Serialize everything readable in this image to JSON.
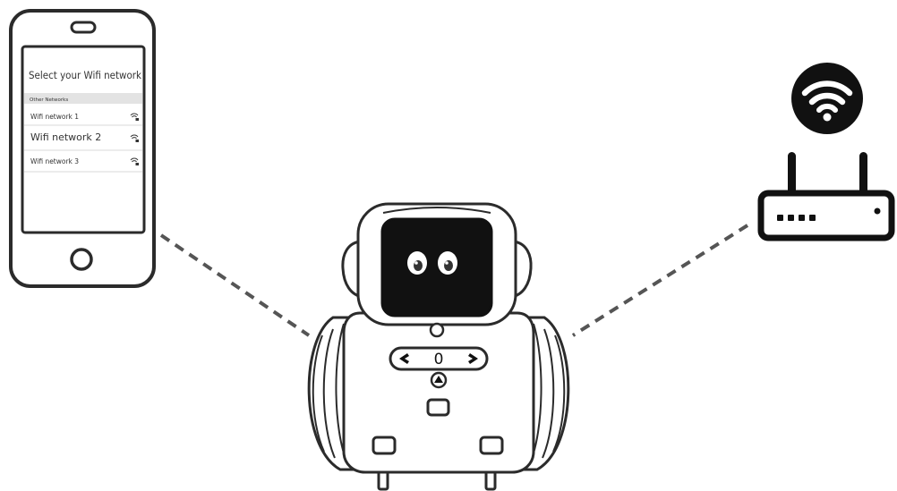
{
  "phone": {
    "screen_title": "Select your Wifi network",
    "section_header": "Other Networks",
    "networks": [
      {
        "name": "Wifi network 1",
        "icon": "wifi-lock-icon"
      },
      {
        "name": "Wifi network 2",
        "icon": "wifi-lock-icon"
      },
      {
        "name": "Wifi network 3",
        "icon": "wifi-lock-icon"
      }
    ]
  },
  "robot": {
    "panel_value": "0",
    "left_arrow_icon": "chevron-left-icon",
    "right_arrow_icon": "chevron-right-icon",
    "triangle_icon": "triangle-up-icon"
  },
  "router": {
    "badge_icon": "wifi-icon"
  },
  "colors": {
    "stroke": "#2b2b2b",
    "screen": "#111111",
    "section_header_bg": "#e3e3e3"
  }
}
